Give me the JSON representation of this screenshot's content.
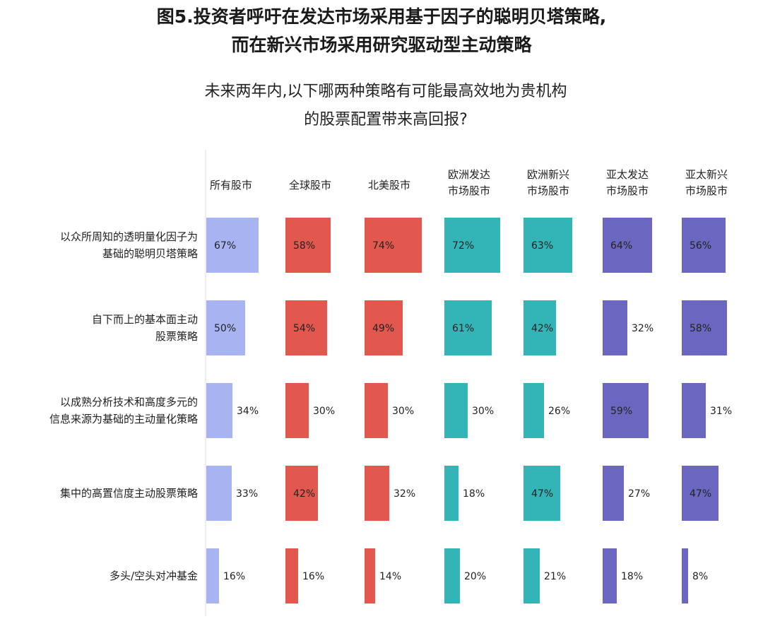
{
  "title_lines": [
    "图5.投资者呼吁在发达市场采用基于因子的聪明贝塔策略,",
    "而在新兴市场采用研究驱动型主动策略"
  ],
  "subtitle_lines": [
    "未来两年内,以下哪两种策略有可能最高效地为贵机构",
    "的股票配置带来高回报?"
  ],
  "colors": {
    "所有股市": "#a8b3f2",
    "全球股市": "#e2584e",
    "北美股市": "#e2584e",
    "欧洲发达市场股市": "#33b5b8",
    "欧洲新兴市场股市": "#33b5b8",
    "亚太发达市场股市": "#6b67c1",
    "亚太新兴市场股市": "#6b67c1"
  },
  "chart_data": {
    "type": "bar",
    "value_unit": "%",
    "columns": [
      {
        "name": "所有股市",
        "header_lines": [
          "所有股市"
        ]
      },
      {
        "name": "全球股市",
        "header_lines": [
          "全球股市"
        ]
      },
      {
        "name": "北美股市",
        "header_lines": [
          "北美股市"
        ]
      },
      {
        "name": "欧洲发达市场股市",
        "header_lines": [
          "欧洲发达",
          "市场股市"
        ]
      },
      {
        "name": "欧洲新兴市场股市",
        "header_lines": [
          "欧洲新兴",
          "市场股市"
        ]
      },
      {
        "name": "亚太发达市场股市",
        "header_lines": [
          "亚太发达",
          "市场股市"
        ]
      },
      {
        "name": "亚太新兴市场股市",
        "header_lines": [
          "亚太新兴",
          "市场股市"
        ]
      }
    ],
    "categories": [
      {
        "name": "以众所周知的透明量化因子为基础的聪明贝塔策略",
        "label_lines": [
          "以众所周知的透明量化因子为",
          "基础的聪明贝塔策略"
        ]
      },
      {
        "name": "自下而上的基本面主动股票策略",
        "label_lines": [
          "自下而上的基本面主动",
          "股票策略"
        ]
      },
      {
        "name": "以成熟分析技术和高度多元的信息来源为基础的主动量化策略",
        "label_lines": [
          "以成熟分析技术和高度多元的",
          "信息来源为基础的主动量化策略"
        ]
      },
      {
        "name": "集中的高置信度主动股票策略",
        "label_lines": [
          "集中的高置信度主动股票策略"
        ]
      },
      {
        "name": "多头/空头对冲基金",
        "label_lines": [
          "多头/空头对冲基金"
        ]
      }
    ],
    "values": [
      [
        67,
        58,
        74,
        72,
        63,
        64,
        56
      ],
      [
        50,
        54,
        49,
        61,
        42,
        32,
        58
      ],
      [
        34,
        30,
        30,
        30,
        26,
        59,
        31
      ],
      [
        33,
        42,
        32,
        18,
        47,
        27,
        47
      ],
      [
        16,
        16,
        14,
        20,
        21,
        18,
        8
      ]
    ]
  }
}
